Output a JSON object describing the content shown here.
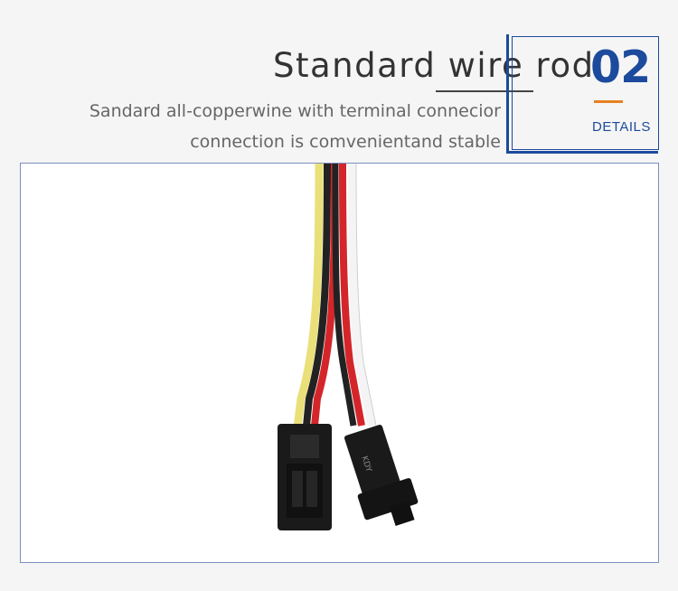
{
  "header": {
    "title": "Standard wire rod",
    "subtitle_line1": "Sandard all-copperwine with terminal connecior",
    "subtitle_line2": "connection is comvenientand stable"
  },
  "badge": {
    "number": "02",
    "label": "DETAILS",
    "accent_color": "#1c4a9c",
    "line_color": "#e78022"
  },
  "product_photo": {
    "connector_label": "KDY"
  }
}
